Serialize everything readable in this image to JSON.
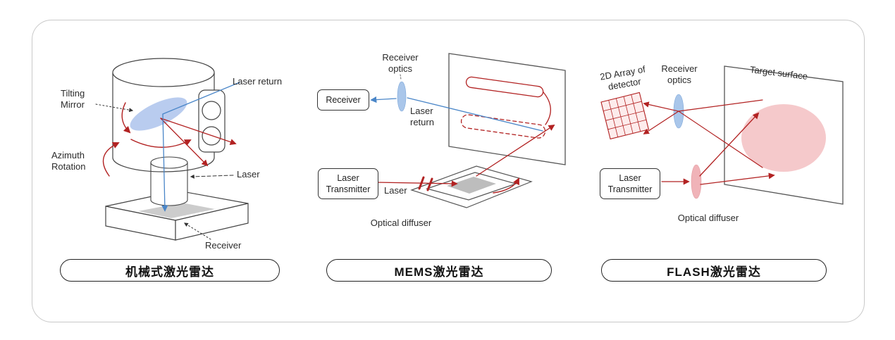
{
  "colors": {
    "laser_red": "#b22222",
    "return_blue": "#4a86c8",
    "mirror_blue": "#b5c9ee",
    "lens_blue": "#a9c6ea",
    "diffuser_pink": "#f0b3b8",
    "target_pink": "#f3bfc2",
    "pad_gray": "#c6c6c6",
    "outline": "#444444",
    "frame_border": "#c9c9c9"
  },
  "mechanical": {
    "caption": "机械式激光雷达",
    "labels": {
      "tilting_mirror": "Tilting\nMirror",
      "laser_return": "Laser return",
      "azimuth_rotation": "Azimuth\nRotation",
      "laser": "Laser",
      "receiver": "Receiver"
    }
  },
  "mems": {
    "caption": "MEMS激光雷达",
    "labels": {
      "receiver_optics": "Receiver\noptics",
      "receiver_box": "Receiver",
      "laser_return": "Laser\nreturn",
      "laser_transmitter": "Laser\nTransmitter",
      "laser": "Laser",
      "optical_diffuser": "Optical diffuser"
    }
  },
  "flash": {
    "caption": "FLASH激光雷达",
    "labels": {
      "detector_array": "2D Array of\ndetector",
      "receiver_optics": "Receiver\noptics",
      "target_surface": "Target surface",
      "laser_transmitter": "Laser\nTransmitter",
      "optical_diffuser": "Optical diffuser"
    }
  }
}
